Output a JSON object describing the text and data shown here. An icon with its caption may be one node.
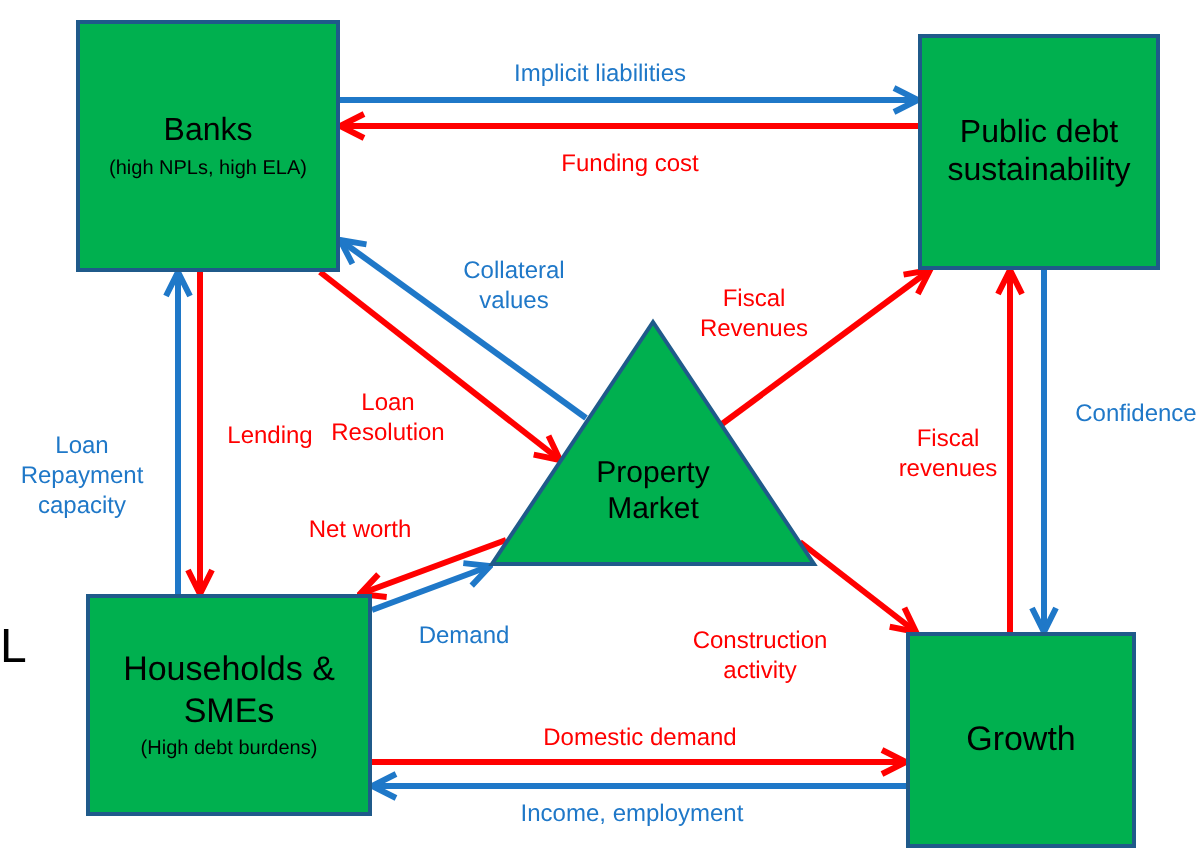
{
  "diagram": {
    "nodes": [
      {
        "text": [
          "Banks",
          "(high NPLs, high ELA)"
        ]
      },
      {
        "text": [
          "Public debt sustainability"
        ]
      },
      {
        "text": [
          "Property Market"
        ]
      },
      {
        "text": [
          "Households & SMEs",
          "(High debt burdens)"
        ]
      },
      {
        "text": [
          "Growth"
        ]
      }
    ],
    "edges": [
      {
        "from": 0,
        "to": 1,
        "arrow": "to",
        "label": "Implicit liabilities",
        "color": "#1f78c8"
      },
      {
        "from": 1,
        "to": 0,
        "arrow": "to",
        "label": "Funding cost",
        "color": "#ff0000"
      },
      {
        "from": 2,
        "to": 0,
        "arrow": "to",
        "label": "Collateral values",
        "color": "#1f78c8"
      },
      {
        "from": 0,
        "to": 2,
        "arrow": "to",
        "label": "Loan Resolution",
        "color": "#ff0000"
      },
      {
        "from": 3,
        "to": 0,
        "arrow": "to",
        "label": "Loan Repayment capacity",
        "color": "#1f78c8"
      },
      {
        "from": 0,
        "to": 3,
        "arrow": "to",
        "label": "Lending",
        "color": "#ff0000"
      },
      {
        "from": 2,
        "to": 3,
        "arrow": "to",
        "label": "Net worth",
        "color": "#ff0000"
      },
      {
        "from": 3,
        "to": 2,
        "arrow": "to",
        "label": "Demand",
        "color": "#1f78c8"
      },
      {
        "from": 2,
        "to": 1,
        "arrow": "to",
        "label": "Fiscal Revenues",
        "color": "#ff0000"
      },
      {
        "from": 2,
        "to": 4,
        "arrow": "to",
        "label": "Construction activity",
        "color": "#ff0000"
      },
      {
        "from": 3,
        "to": 4,
        "arrow": "to",
        "label": "Domestic demand",
        "color": "#ff0000"
      },
      {
        "from": 4,
        "to": 3,
        "arrow": "to",
        "label": "Income, employment",
        "color": "#1f78c8"
      },
      {
        "from": 4,
        "to": 1,
        "arrow": "to",
        "label": "Fiscal revenues",
        "color": "#ff0000"
      },
      {
        "from": 1,
        "to": 4,
        "arrow": "to",
        "label": "Confidence",
        "color": "#1f78c8"
      }
    ],
    "labels": [
      "L"
    ]
  }
}
